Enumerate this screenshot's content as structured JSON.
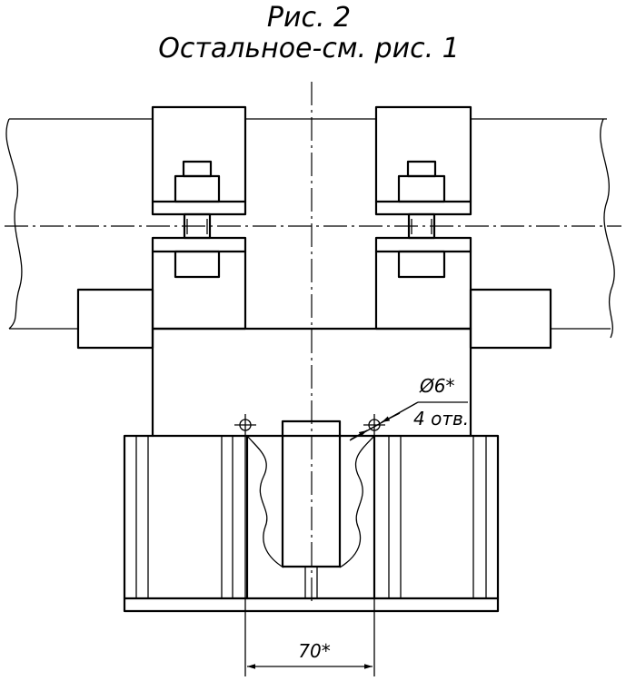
{
  "title": {
    "line1": "Рис. 2",
    "line2": "Остальное-см. рис. 1"
  },
  "annotations": {
    "hole_diameter": "Ø6*",
    "hole_count": "4 отв.",
    "spacing": "70*"
  }
}
